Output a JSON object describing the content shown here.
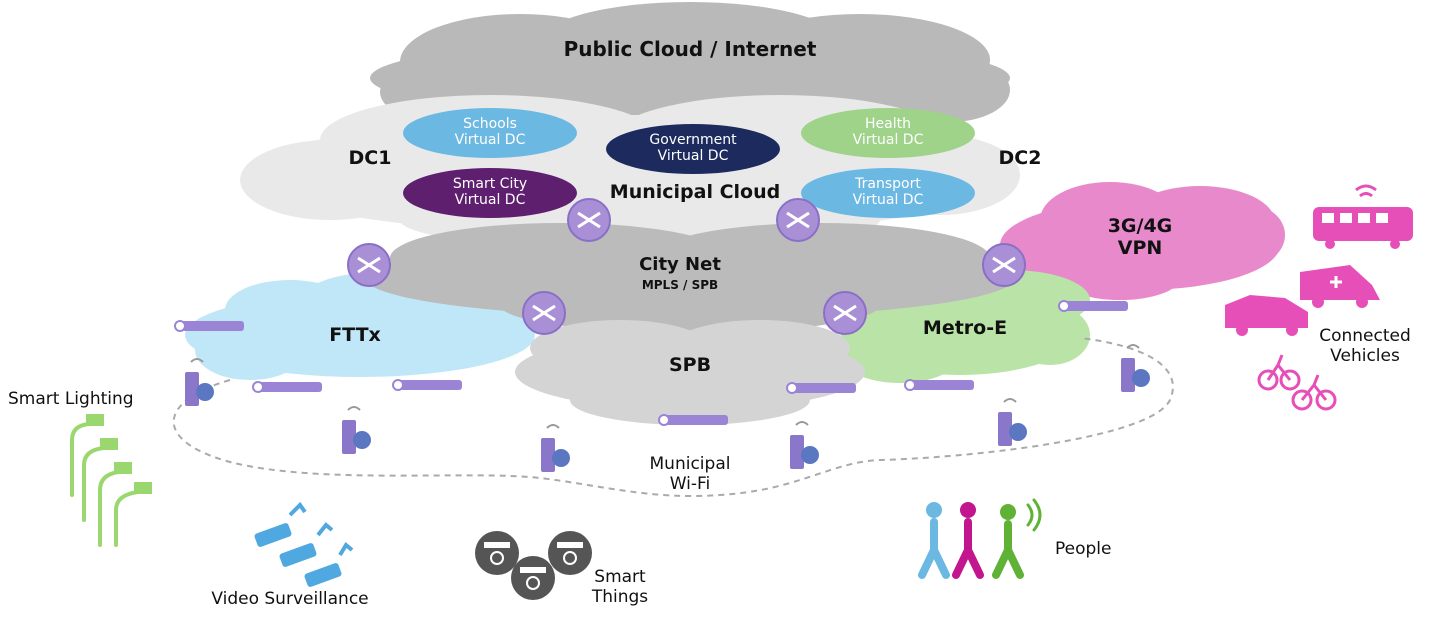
{
  "clouds": {
    "public": "Public Cloud / Internet",
    "dc1": "DC1",
    "dc2": "DC2",
    "municipal": "Municipal Cloud",
    "city_net": "City Net",
    "city_net_sub": "MPLS / SPB",
    "fttx": "FTTx",
    "spb": "SPB",
    "metro_e": "Metro-E",
    "vpn": "3G/4G\nVPN"
  },
  "virtual_dcs": [
    {
      "label": "Schools\nVirtual DC",
      "color": "#6bb8e3"
    },
    {
      "label": "Government\nVirtual DC",
      "color": "#1c2a5e"
    },
    {
      "label": "Health\nVirtual DC",
      "color": "#9fd38a"
    },
    {
      "label": "Smart City\nVirtual DC",
      "color": "#5e1f6f"
    },
    {
      "label": "Transport\nVirtual DC",
      "color": "#6bb8e3"
    }
  ],
  "labels": {
    "wifi": "Municipal\nWi-Fi",
    "smart_lighting": "Smart Lighting",
    "video_surveillance": "Video Surveillance",
    "smart_things": "Smart\nThings",
    "people": "People",
    "connected_vehicles": "Connected\nVehicles"
  },
  "colors": {
    "public_cloud": "#b7b7b7",
    "municipal_cloud": "#e8e8e8",
    "city_net": "#b9b9b9",
    "spb": "#d2d2d2",
    "fttx": "#bfe6f7",
    "metro_e": "#b8e2a6",
    "vpn": "#e77fc6",
    "switch": "#a990d6",
    "ap_bar": "#9b84d6",
    "vehicles": "#e74fb8",
    "lighting": "#9ad86f",
    "cameras": "#4fa8e0",
    "meters": "#555555"
  }
}
